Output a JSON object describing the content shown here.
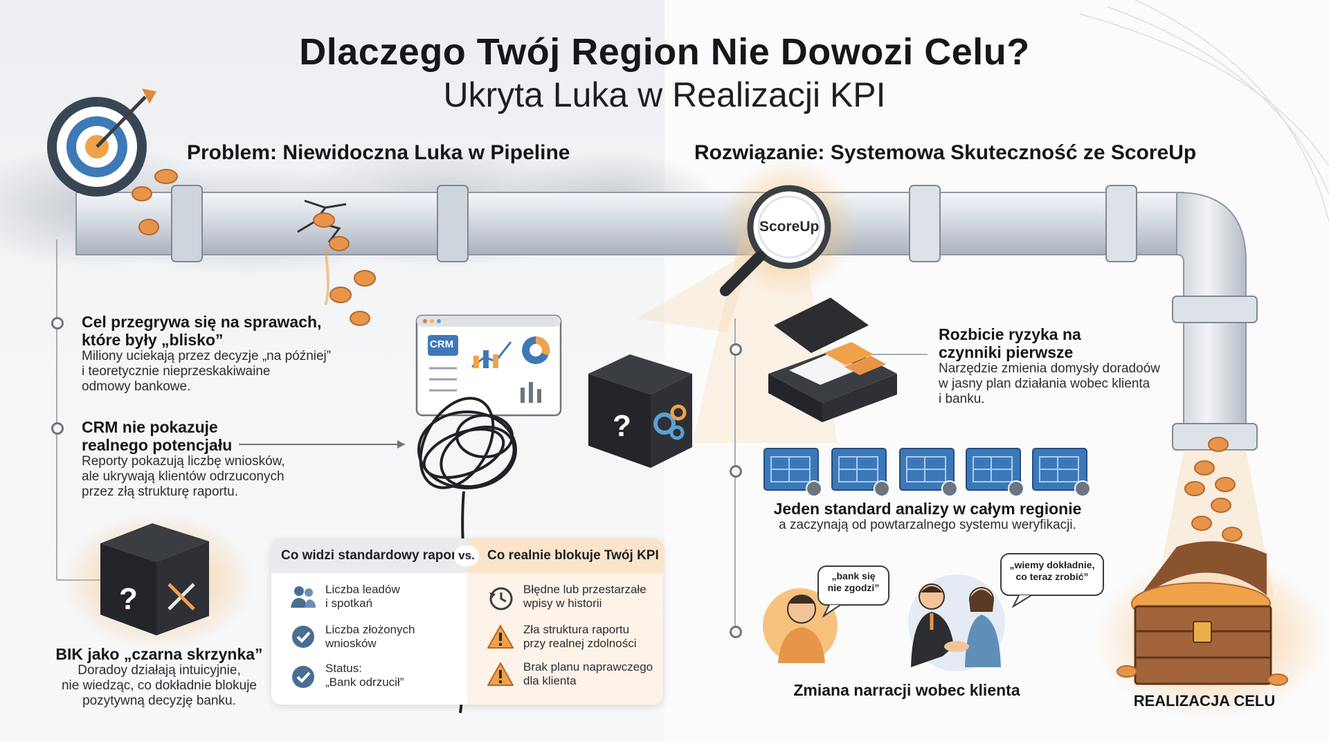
{
  "header": {
    "title": "Dlaczego Twój Region Nie Dowozi Celu?",
    "subtitle": "Ukryta Luka w Realizacji KPI"
  },
  "problem": {
    "title": "Problem: Niewidoczna Luka w Pipeline",
    "items": [
      {
        "heading_line1": "Cel przegrywa się na sprawach,",
        "heading_line2": "które były „blisko”",
        "body": [
          "Miliony uciekają przez decyzje „na później”",
          "i teoretycznie nieprzeskakiwaine",
          "odmowy bankowe."
        ]
      },
      {
        "heading_line1": "CRM nie pokazuje",
        "heading_line2": "realnego potencjału",
        "body": [
          "Reporty pokazują liczbę wniosków,",
          "ale ukrywają klientów odrzuconych",
          "przez złą strukturę raportu."
        ]
      },
      {
        "heading_line1": "BIK jako „czarna skrzynka”",
        "heading_line2": "",
        "body": [
          "Doradoy działają intuicyjnie,",
          "nie wiedząc, co dokładnie blokuje",
          "pozytywną decyzję banku."
        ]
      }
    ],
    "crm_label": "CRM"
  },
  "comparison": {
    "left_title": "Co widzi standardowy raport",
    "vs": "vs.",
    "right_title": "Co realnie blokuje Twój KPI",
    "left_items": [
      {
        "icon": "users-icon",
        "line1": "Liczba leadów",
        "line2": "i spotkań"
      },
      {
        "icon": "check-circle-icon",
        "line1": "Liczba złożonych",
        "line2": "wniosków"
      },
      {
        "icon": "check-circle-icon",
        "line1": "Status:",
        "line2": "„Bank odrzucił”"
      }
    ],
    "right_items": [
      {
        "icon": "history-icon",
        "line1": "Błędne lub przestarzałe",
        "line2": "wpisy w historii"
      },
      {
        "icon": "warning-icon",
        "line1": "Zła struktura raportu",
        "line2": "przy realnej zdolności"
      },
      {
        "icon": "warning-icon",
        "line1": "Brak planu naprawczego",
        "line2": "dla klienta"
      }
    ]
  },
  "solution": {
    "title": "Rozwiązanie: Systemowa Skuteczność ze ScoreUp",
    "magnifier_label": "ScoreUp",
    "items": [
      {
        "heading_line1": "Rozbicie ryzyka na",
        "heading_line2": "czynniki pierwsze",
        "body": [
          "Narzędzie zmienia domysły doradoów",
          "w jasny plan działania wobec klienta",
          "i banku."
        ]
      },
      {
        "heading": "Jeden standard analizy w całym regionie",
        "body": "a zaczynają od powtarzalnego systemu weryfikacji."
      },
      {
        "heading": "Zmiana narracji wobec klienta"
      }
    ],
    "bubble_left": [
      "„bank się",
      "nie zgodzi”"
    ],
    "bubble_right": [
      "„wiemy dokładnie,",
      "co teraz zrobić”"
    ],
    "goal_label": "REALIZACJA CELU"
  },
  "colors": {
    "accent_orange": "#f0a24a",
    "coin": "#e8954a",
    "pipe": "#d7dde4",
    "dark_box": "#2b2d31",
    "blueprint": "#3c78b8"
  }
}
